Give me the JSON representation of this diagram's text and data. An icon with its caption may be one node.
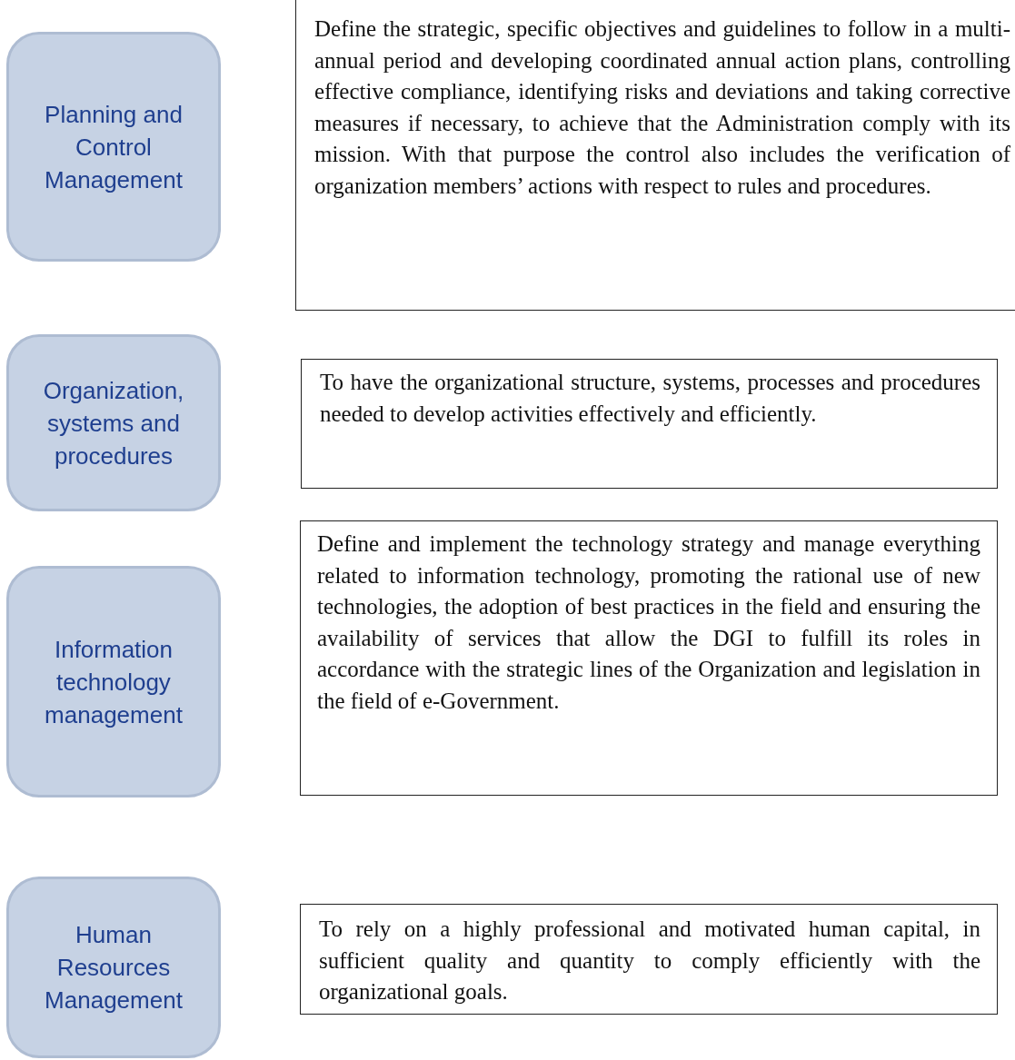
{
  "diagram": {
    "nodes": [
      {
        "text": [
          "Planning and Control Management"
        ]
      },
      {
        "text": [
          "Define the strategic, specific objectives and guidelines to follow in a multi-annual period and developing coordinated annual action plans, controlling effective compliance, identifying risks and deviations and taking corrective measures if necessary, to achieve that the Administration comply with its mission. With that purpose the control also includes the verification of organization members’ actions with respect to rules and procedures."
        ]
      },
      {
        "text": [
          "Organization, systems and procedures"
        ]
      },
      {
        "text": [
          "To have the organizational structure, systems, processes and procedures needed to develop activities effectively and efficiently."
        ]
      },
      {
        "text": [
          "Information technology management"
        ]
      },
      {
        "text": [
          "Define and implement the technology strategy and manage everything related to information technology, promoting the rational use of new technologies, the adoption of best practices in the field and ensuring the availability of services that allow the DGI to fulfill its roles in accordance with the strategic lines of the Organization and legislation in the field of e-Government."
        ]
      },
      {
        "text": [
          "Human Resources Management"
        ]
      },
      {
        "text": [
          "To rely on a highly professional and motivated human capital, in sufficient quality and quantity to comply efficiently with the organizational goals."
        ]
      }
    ]
  }
}
